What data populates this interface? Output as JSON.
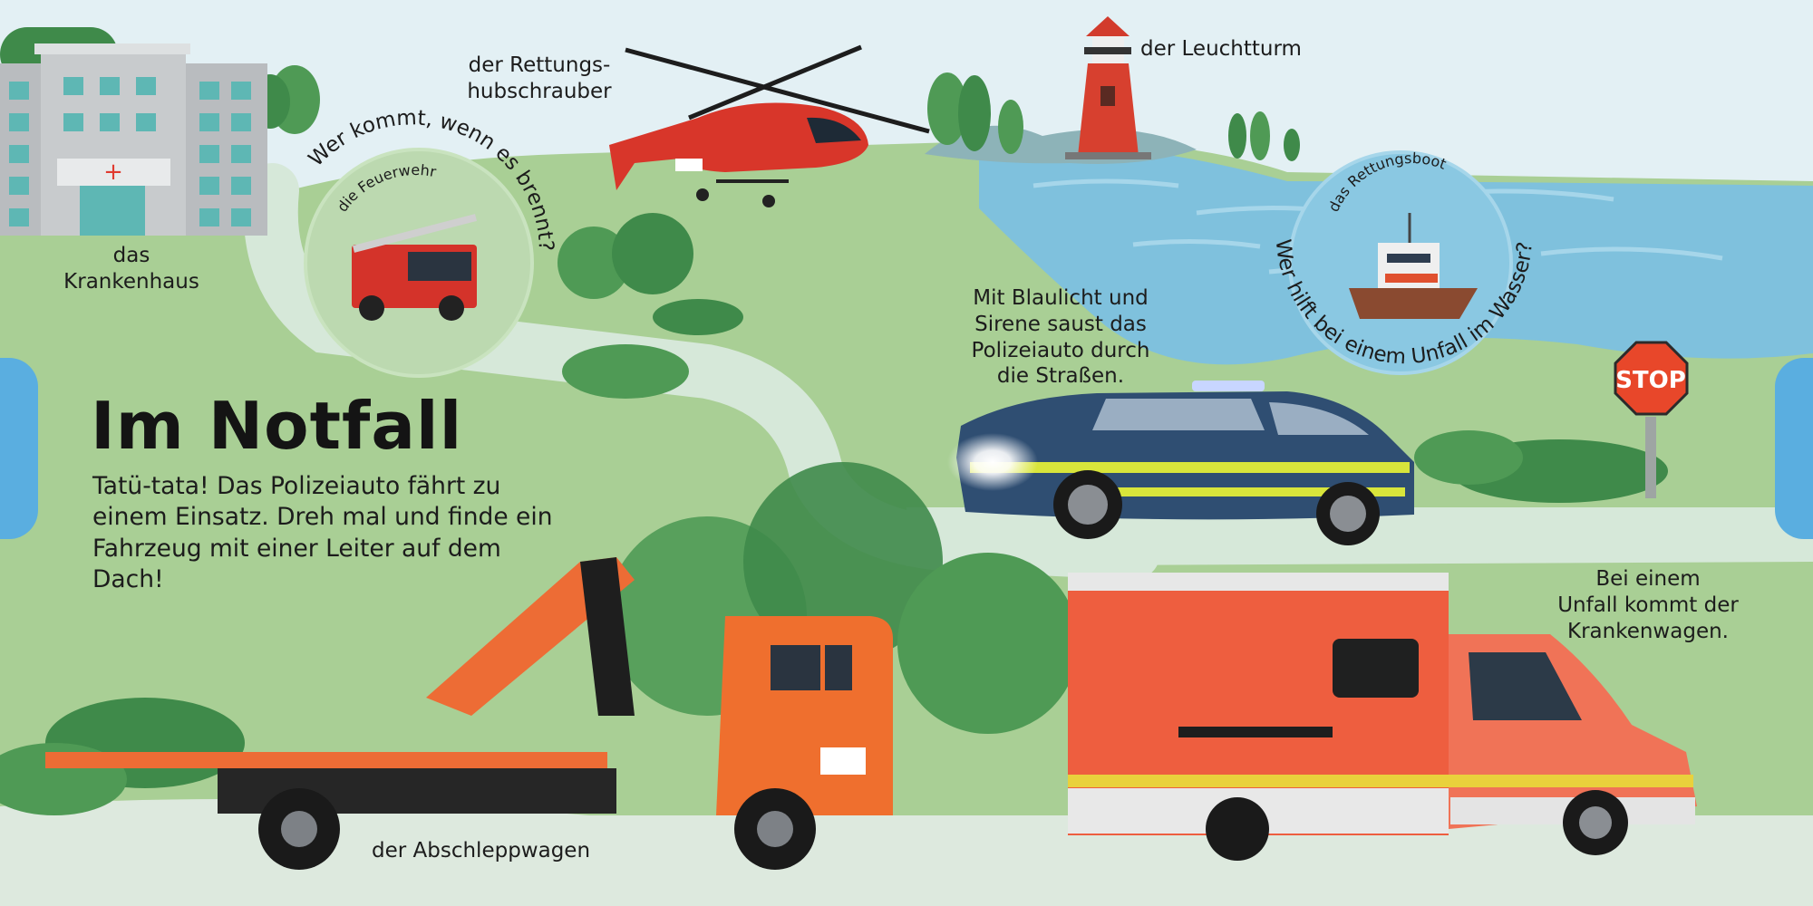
{
  "page": {
    "title": "Im Notfall",
    "intro": "Tatü-tata! Das Polizeiauto fährt zu einem Einsatz. Dreh mal und finde ein Fahrzeug mit einer Leiter auf dem Dach!"
  },
  "labels": {
    "hospital_line1": "das",
    "hospital_line2": "Krankenhaus",
    "helicopter_line1": "der Rettungs-",
    "helicopter_line2": "hubschrauber",
    "lighthouse": "der Leuchtturm",
    "police_line1": "Mit Blaulicht und",
    "police_line2": "Sirene saust das",
    "police_line3": "Polizeiauto durch",
    "police_line4": "die Straßen.",
    "ambulance_line1": "Bei einem",
    "ambulance_line2": "Unfall kommt der",
    "ambulance_line3": "Krankenwagen.",
    "tow_truck": "der Abschleppwagen",
    "stop_sign": "STOP"
  },
  "wheels": {
    "fire": {
      "question": "Wer kommt, wenn es brennt?",
      "answer": "die Feuerwehr"
    },
    "boat": {
      "question": "Wer hilft bei einem Unfall im Wasser?",
      "answer": "das Rettungsboot"
    }
  },
  "colors": {
    "sky": "#dfeef3",
    "grass": "#a9cf95",
    "road": "#d8e9dc",
    "water": "#7fc1dd",
    "tree_dark": "#3f8a4a",
    "orange": "#ec6a3d",
    "police_blue": "#2f4e72",
    "police_yellow": "#d8e53b"
  }
}
